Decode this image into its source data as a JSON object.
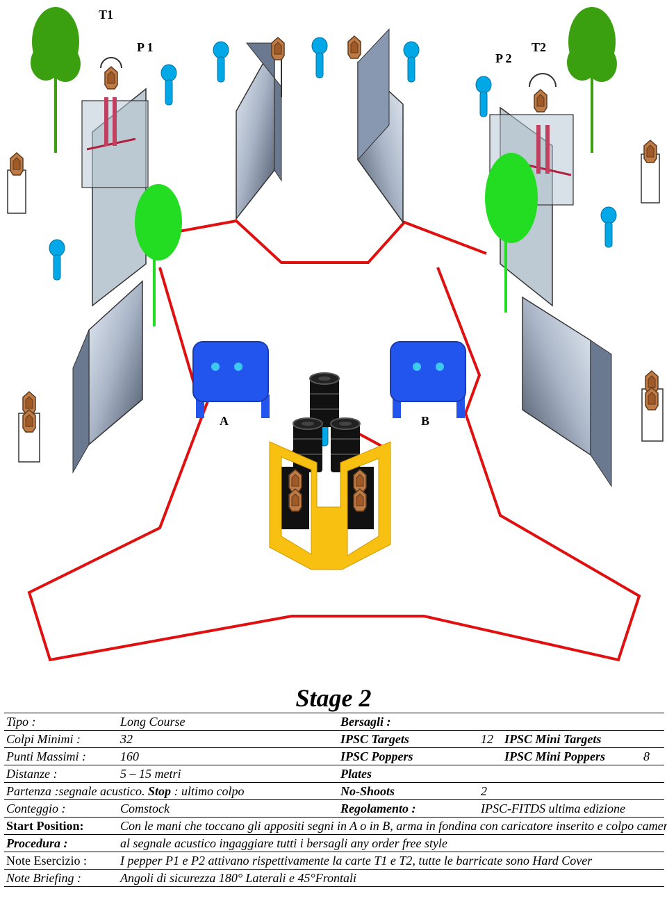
{
  "labels": {
    "t1": "T1",
    "t2": "T2",
    "p1": "P 1",
    "p2": "P 2",
    "a": "A",
    "b": "B"
  },
  "colors": {
    "fault_line": "#e01010",
    "tree": "#3aa010",
    "tree_light": "#22dd22",
    "popper": "#00a8e8",
    "barrel_cover": "#2255ee",
    "port_frame": "#f8c010",
    "target": "#b87040",
    "wall": "#8090a8"
  },
  "title": "Stage 2",
  "info": {
    "tipo_label": "Tipo :",
    "tipo_value": "Long Course",
    "bersagli_label": "Bersagli :",
    "colpi_label": "Colpi Minimi :",
    "colpi_value": "32",
    "ipsc_targets_label": "IPSC Targets",
    "ipsc_targets_value": "12",
    "ipsc_mini_targets_label": "IPSC Mini Targets",
    "punti_label": "Punti Massimi :",
    "punti_value": "160",
    "ipsc_poppers_label": "IPSC Poppers",
    "ipsc_mini_poppers_label": "IPSC Mini Poppers",
    "ipsc_mini_poppers_value": "8",
    "distanze_label": "Distanze :",
    "distanze_value": "5 – 15 metri",
    "plates_label": "Plates",
    "partenza_label": "Partenza :",
    "partenza_value": "segnale acustico.",
    "stop_label": "Stop",
    "stop_value": ": ultimo colpo",
    "noshoots_label": "No-Shoots",
    "noshoots_value": "2",
    "conteggio_label": "Conteggio :",
    "conteggio_value": "Comstock",
    "regolamento_label": "Regolamento :",
    "regolamento_value": "IPSC-FITDS ultima edizione",
    "start_label": "Start Position:",
    "start_value": "Con le mani che toccano gli appositi segni  in A o in B, arma in fondina con caricatore inserito e colpo camerato.",
    "procedura_label": "Procedura :",
    "procedura_value": "al segnale acustico ingaggiare tutti i bersagli any order free style",
    "note_esercizio_label": "Note Esercizio :",
    "note_esercizio_value": "I pepper P1 e P2 attivano rispettivamente la carte T1 e T2, tutte  le barricate sono Hard Cover",
    "note_briefing_label": "Note Briefing :",
    "note_briefing_value": "Angoli di sicurezza 180° Laterali e 45°Frontali"
  }
}
